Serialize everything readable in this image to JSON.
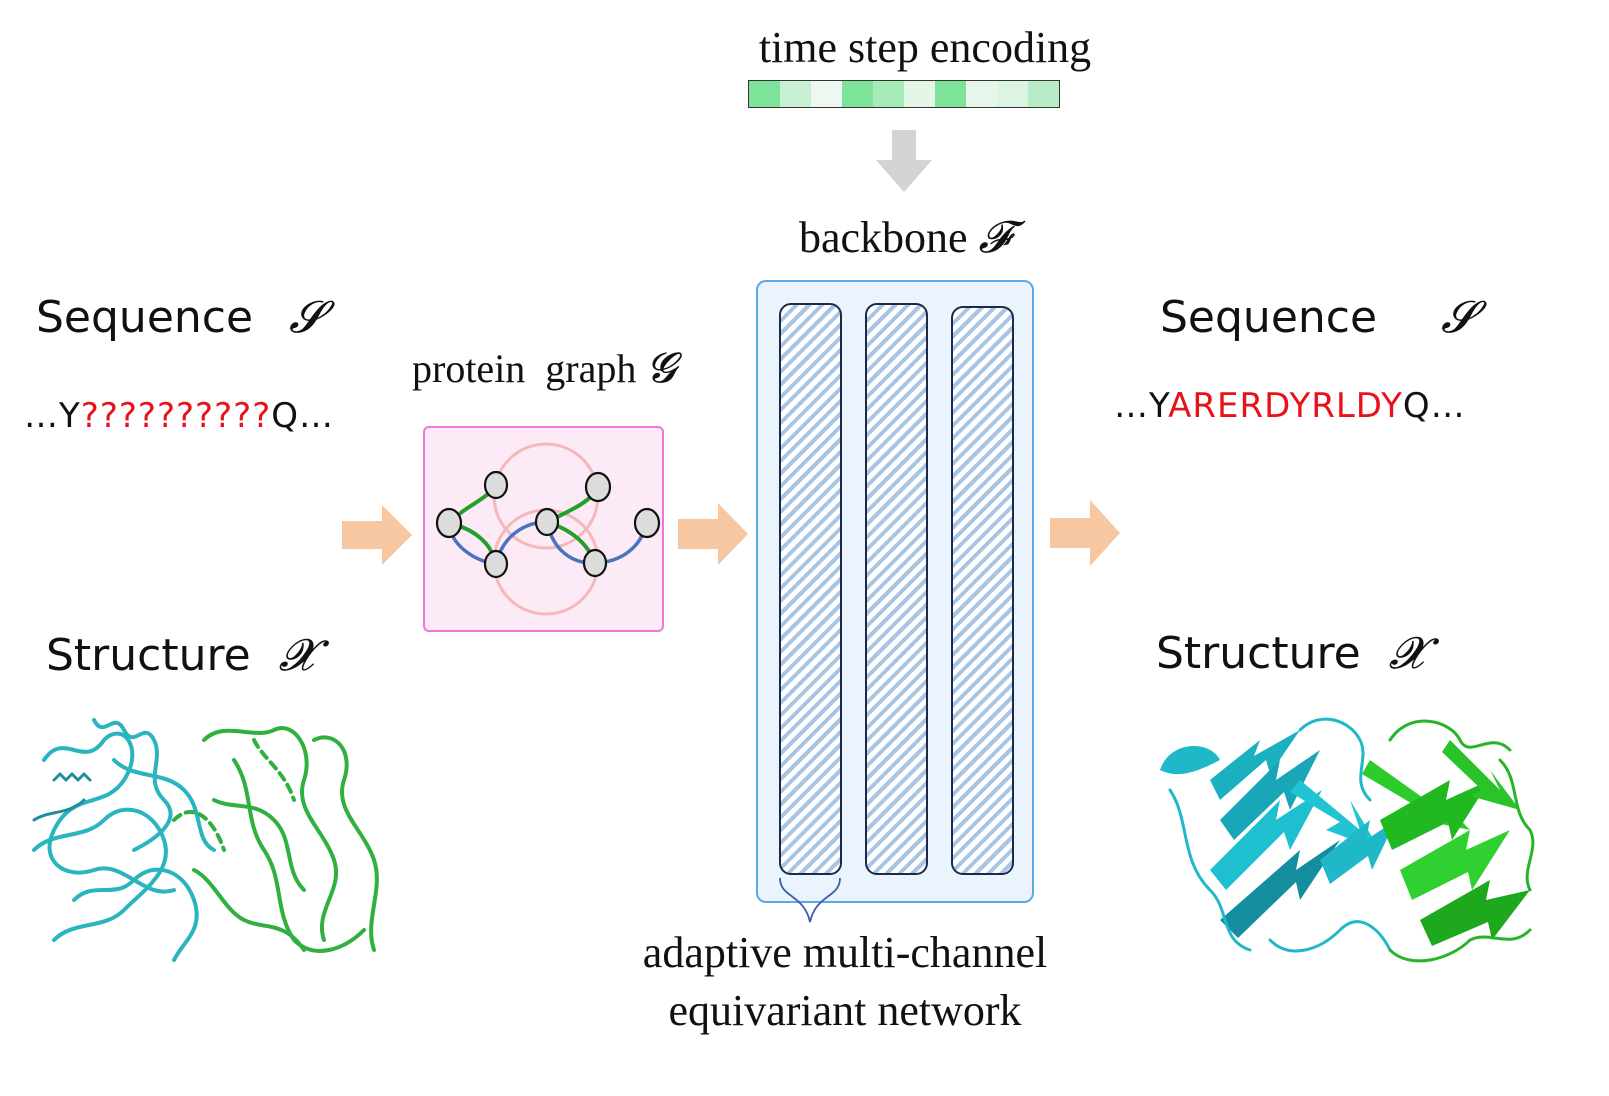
{
  "time_step": {
    "label": "time step encoding",
    "cell_colors": [
      "#7ee39a",
      "#c8f0d2",
      "#eef8f0",
      "#7ee39a",
      "#a6eab8",
      "#e3f6e7",
      "#7ee39a",
      "#e6f6ea",
      "#dcf4e2",
      "#b8ecc6"
    ]
  },
  "backbone": {
    "label": "backbone",
    "symbol": "𝓕",
    "channel_caption_line1": "adaptive multi-channel",
    "channel_caption_line2": "equivariant network"
  },
  "graph": {
    "label": "protein  graph",
    "symbol": "𝓖"
  },
  "input": {
    "sequence_label": "Sequence",
    "sequence_symbol": "𝓢",
    "seq_prefix": "…Y",
    "seq_masked": "??????????",
    "seq_suffix": "Q…",
    "structure_label": "Structure",
    "structure_symbol": "𝓧"
  },
  "output": {
    "sequence_label": "Sequence",
    "sequence_symbol": "𝓢",
    "seq_prefix": "…Y",
    "seq_generated": "ARERDYRLDY",
    "seq_suffix": "Q…",
    "structure_label": "Structure",
    "structure_symbol": "𝓧"
  },
  "colors": {
    "arrow": "#f6c7a0",
    "gray_arrow": "#d3d3d3",
    "graph_box_fill": "#fdeaf7",
    "graph_box_border": "#ee77dd",
    "backbone_fill": "#ebf4fc",
    "backbone_border": "#5aa9e6",
    "masked_text": "#e8121a",
    "cyan_chain": "#1fb8c8",
    "green_chain": "#28b428"
  }
}
